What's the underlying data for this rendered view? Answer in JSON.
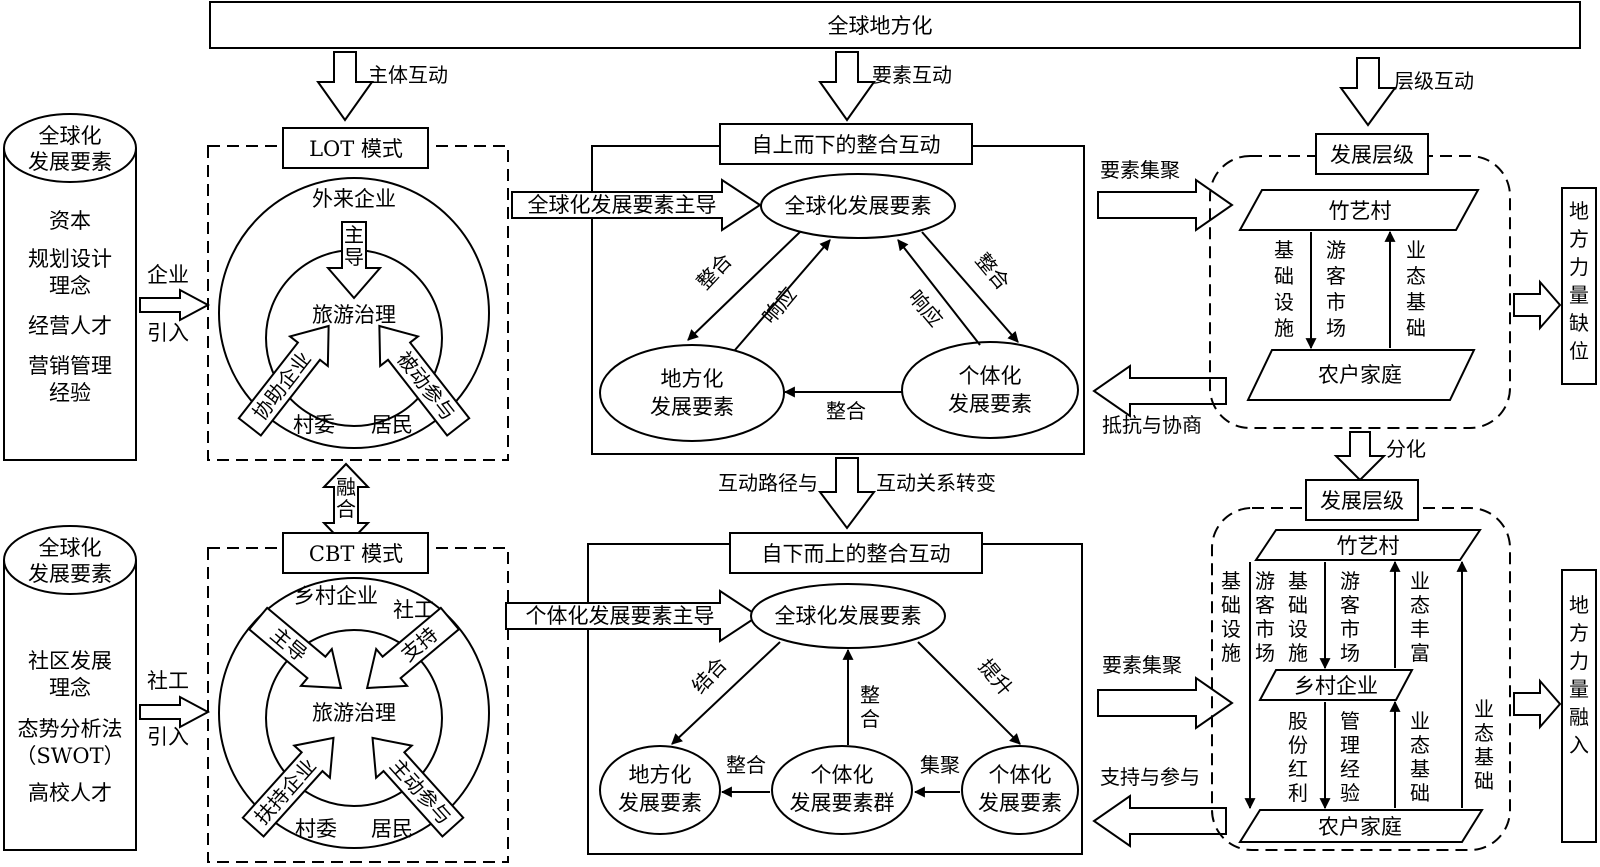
{
  "top_banner": "全球地方化",
  "interactions": {
    "subject": "主体互动",
    "element": "要素互动",
    "level": "层级互动"
  },
  "cylinder_top": {
    "title_line1": "全球化",
    "title_line2": "发展要素",
    "items": [
      "资本",
      "规划设计",
      "理念",
      "经营人才",
      "营销管理",
      "经验"
    ]
  },
  "cylinder_bottom": {
    "title_line1": "全球化",
    "title_line2": "发展要素",
    "items": [
      "社区发展",
      "理念",
      "态势分析法",
      "（SWOT）",
      "高校人才"
    ]
  },
  "intro_top": [
    "企业",
    "引入"
  ],
  "intro_bottom": [
    "社工",
    "引入"
  ],
  "lot": {
    "title": "LOT  模式",
    "outer_label": "外来企业",
    "lead": [
      "主",
      "导"
    ],
    "center": "旅游治理",
    "left_arrow": "协助企业",
    "right_arrow": "被动参与",
    "bottom_left": "村委",
    "bottom_right": "居民"
  },
  "merge_label": [
    "融",
    "合"
  ],
  "cbt": {
    "title": "CBT  模式",
    "top_left": "乡村企业",
    "top_right": "社工",
    "arrow_tl": "主导",
    "arrow_tr": "支持",
    "center": "旅游治理",
    "arrow_bl": "扶持企业",
    "arrow_br": "主动参与",
    "bottom_left": "村委",
    "bottom_right": "居民"
  },
  "topdown": {
    "title": "自上而下的整合互动",
    "lead_arrow": "全球化发展要素主导",
    "global": "全球化发展要素",
    "local": [
      "地方化",
      "发展要素"
    ],
    "individual": [
      "个体化",
      "发展要素"
    ],
    "integrate_left": "整合",
    "respond_left": "响应",
    "integrate_right": "整合",
    "respond_right": "响应",
    "integrate_bottom": "整合"
  },
  "transition": [
    "互动路径与",
    "互动关系转变"
  ],
  "bottomup": {
    "title": "自下而上的整合互动",
    "lead_arrow": "个体化发展要素主导",
    "global": "全球化发展要素",
    "local": [
      "地方化",
      "发展要素"
    ],
    "group": [
      "个体化",
      "发展要素群"
    ],
    "individual": [
      "个体化",
      "发展要素"
    ],
    "combine": "结合",
    "enhance": "提升",
    "integrate_v": [
      "整",
      "合"
    ],
    "integrate_h": "整合",
    "gather": "集聚"
  },
  "right_top": {
    "agg_label": "要素集聚",
    "resist_label": "抵抗与协商",
    "level_title": "发展层级",
    "village": "竹艺村",
    "household": "农户家庭",
    "infra": [
      "基",
      "础",
      "设",
      "施"
    ],
    "market": [
      "游",
      "客",
      "市",
      "场"
    ],
    "base": [
      "业",
      "态",
      "基",
      "础"
    ],
    "outcome": [
      "地",
      "方",
      "力",
      "量",
      "缺",
      "位"
    ]
  },
  "differentiation": "分化",
  "right_bottom": {
    "agg_label": "要素集聚",
    "support_label": "支持与参与",
    "level_title": "发展层级",
    "village": "竹艺村",
    "enterprise": "乡村企业",
    "household": "农户家庭",
    "infra_outer": [
      "基",
      "础",
      "设",
      "施"
    ],
    "market_a": [
      "游",
      "客",
      "市",
      "场"
    ],
    "infra_inner": [
      "基",
      "础",
      "设",
      "施"
    ],
    "market_b": [
      "游",
      "客",
      "市",
      "场"
    ],
    "rich": [
      "业",
      "态",
      "丰",
      "富"
    ],
    "equity": [
      "股",
      "份",
      "红",
      "利"
    ],
    "mgmt": [
      "管",
      "理",
      "经",
      "验"
    ],
    "base_inner": [
      "业",
      "态",
      "基",
      "础"
    ],
    "base_outer": [
      "业",
      "态",
      "基",
      "础"
    ],
    "outcome": [
      "地",
      "方",
      "力",
      "量",
      "融",
      "入"
    ]
  }
}
